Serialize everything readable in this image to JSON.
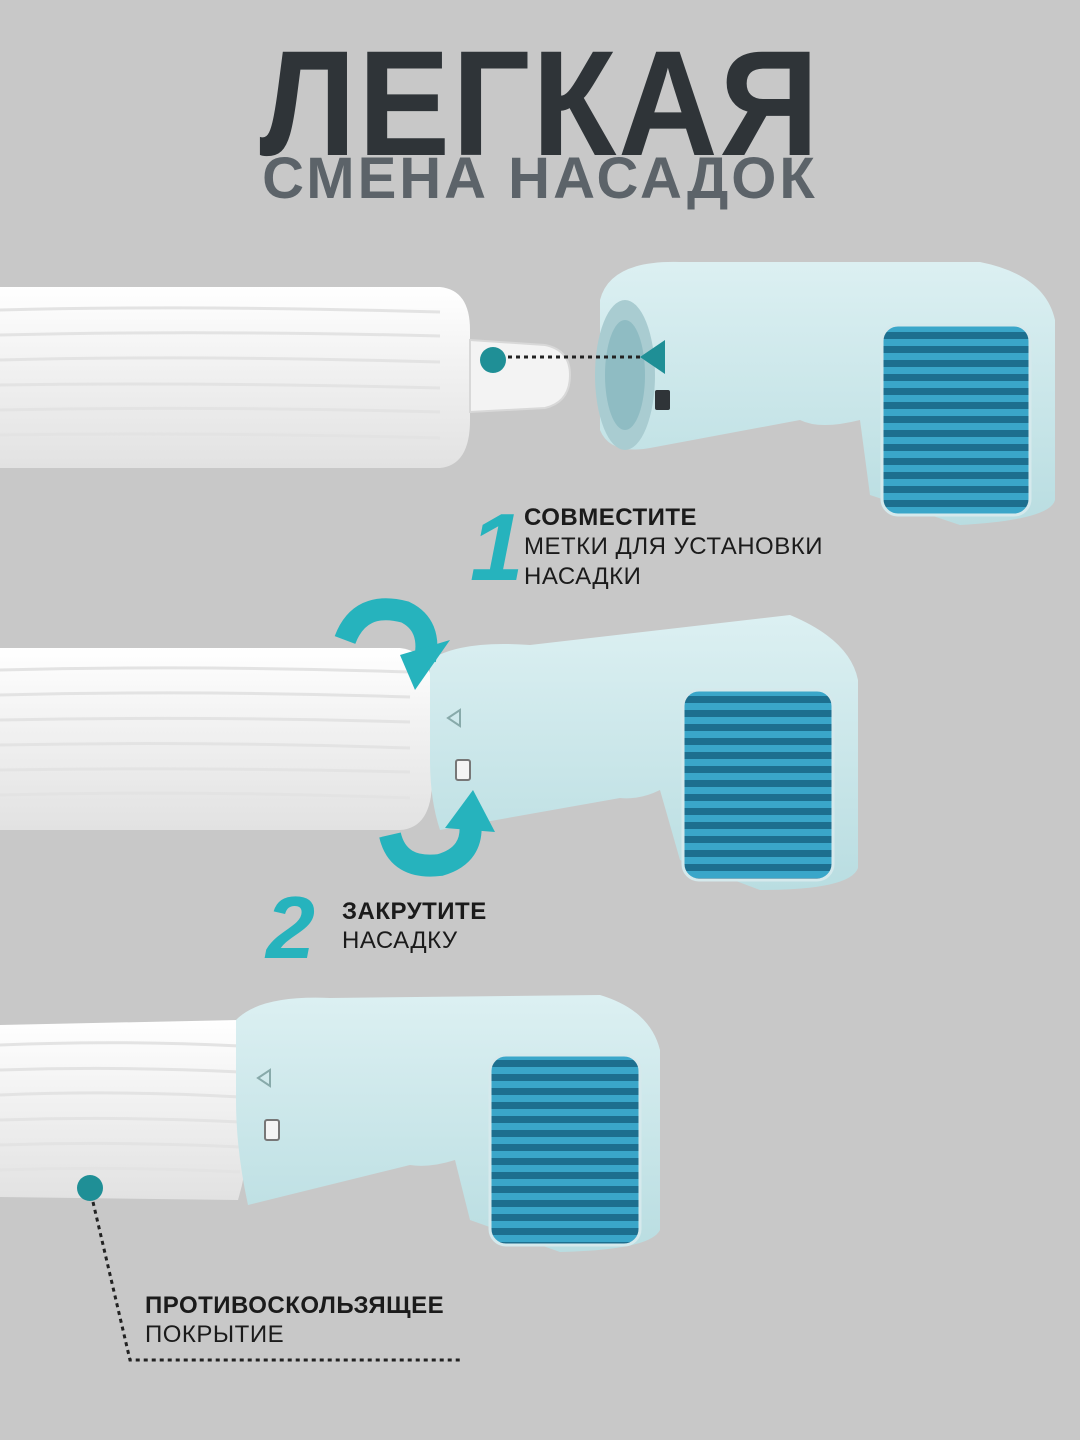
{
  "header": {
    "title": "ЛЕГКАЯ",
    "subtitle": "СМЕНА НАСАДОК"
  },
  "steps": [
    {
      "number": "1",
      "title": "СОВМЕСТИТЕ",
      "line1": "МЕТКИ ДЛЯ УСТАНОВКИ",
      "line2": "НАСАДКИ"
    },
    {
      "number": "2",
      "title": "ЗАКРУТИТЕ",
      "line1": "НАСАДКУ"
    }
  ],
  "feature": {
    "title": "ПРОТИВОСКОЛЬЗЯЩЕЕ",
    "line1": "ПОКРЫТИЕ"
  },
  "colors": {
    "background": "#c8c8c8",
    "accent": "#26b3bd",
    "head": "#cfe7ea",
    "needle": "#2a8fb0",
    "handle": "#f6f6f6",
    "title": "#2f3438"
  },
  "icons": [
    "rotate-arrow-icon",
    "rotate-arrow-icon",
    "alignment-dot-icon",
    "alignment-triangle-icon"
  ]
}
